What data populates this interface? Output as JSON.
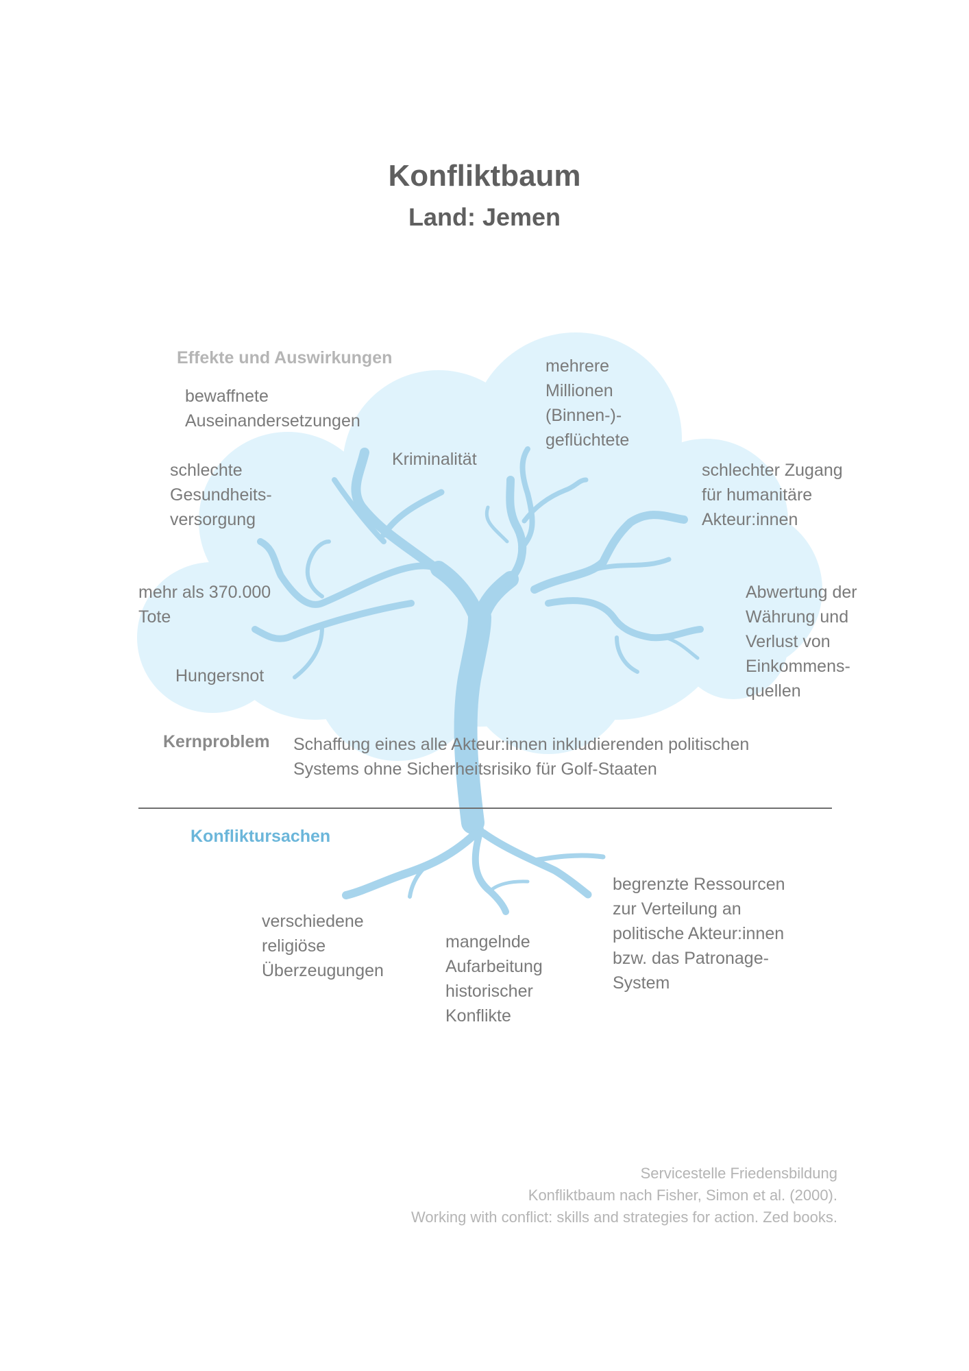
{
  "header": {
    "title": "Konfliktbaum",
    "subtitle": "Land: Jemen"
  },
  "effects": {
    "heading": "Effekte und Auswirkungen",
    "items": [
      "bewaffnete\nAuseinandersetzungen",
      "schlechte\nGesundheits-\nversorgung",
      "Kriminalität",
      "mehrere\nMillionen\n(Binnen-)-\ngeflüchtete",
      "schlechter Zugang\nfür humanitäre\nAkteur:innen",
      "mehr als 370.000\nTote",
      "Hungersnot",
      "Abwertung der\nWährung und\nVerlust von\nEinkommens-\nquellen"
    ]
  },
  "core": {
    "heading": "Kernproblem",
    "text": "Schaffung eines alle Akteur:innen inkludierenden politischen\nSystems ohne Sicherheitsrisiko für Golf-Staaten"
  },
  "causes": {
    "heading": "Konfliktursachen",
    "items": [
      "verschiedene\nreligiöse\nÜberzeugungen",
      "mangelnde\nAufarbeitung\nhistorischer\nKonflikte",
      "begrenzte Ressourcen\nzur Verteilung an\npolitische Akteur:innen\nbzw. das Patronage-\nSystem"
    ]
  },
  "source": {
    "lines": [
      "Servicestelle Friedensbildung",
      "Konfliktbaum nach Fisher, Simon et al. (2000).",
      "Working with conflict: skills and strategies for action. Zed books."
    ]
  },
  "colors": {
    "crown": "#e0f3fc",
    "trunk": "#a7d4ec",
    "causes_heading": "#6bb6da"
  }
}
